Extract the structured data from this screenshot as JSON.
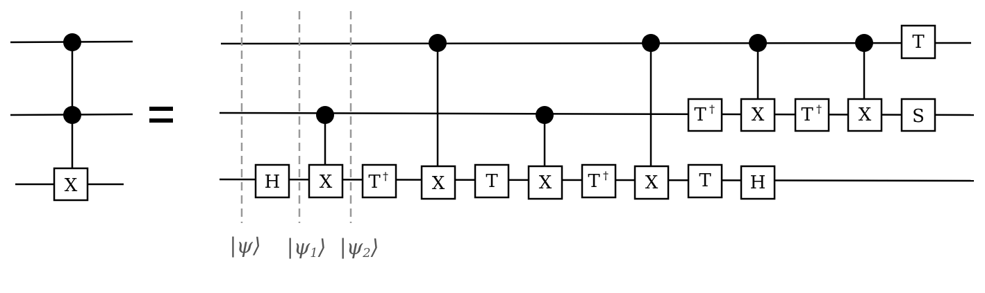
{
  "lhs": {
    "controls": 2,
    "target_label": "X"
  },
  "equals_sign": "=",
  "wires": [
    "wire-1",
    "wire-2",
    "wire-3"
  ],
  "gates": [
    {
      "label": "H",
      "dagger": false,
      "wire": 3
    },
    {
      "label": "X",
      "dagger": false,
      "wire": 3,
      "control_wires": [
        2
      ]
    },
    {
      "label": "T",
      "dagger": true,
      "wire": 3
    },
    {
      "label": "X",
      "dagger": false,
      "wire": 3,
      "control_wires": [
        1
      ]
    },
    {
      "label": "T",
      "dagger": false,
      "wire": 3
    },
    {
      "label": "X",
      "dagger": false,
      "wire": 3,
      "control_wires": [
        2
      ]
    },
    {
      "label": "T",
      "dagger": true,
      "wire": 3
    },
    {
      "label": "X",
      "dagger": false,
      "wire": 3,
      "control_wires": [
        1
      ]
    },
    {
      "label": "T",
      "dagger": false,
      "wire": 3
    },
    {
      "label": "H",
      "dagger": false,
      "wire": 3
    },
    {
      "label": "T",
      "dagger": true,
      "wire": 2
    },
    {
      "label": "X",
      "dagger": false,
      "wire": 2,
      "control_wires": [
        1
      ]
    },
    {
      "label": "T",
      "dagger": true,
      "wire": 2
    },
    {
      "label": "X",
      "dagger": false,
      "wire": 2,
      "control_wires": [
        1
      ]
    },
    {
      "label": "T",
      "dagger": false,
      "wire": 1
    },
    {
      "label": "S",
      "dagger": false,
      "wire": 2
    }
  ],
  "dagger_symbol": "†",
  "state_markers": [
    {
      "psi": "ψ",
      "subscript": ""
    },
    {
      "psi": "ψ",
      "subscript": "1"
    },
    {
      "psi": "ψ",
      "subscript": "2"
    }
  ],
  "colors": {
    "line": "#000000",
    "marker": "#999999",
    "marker_text": "#555555"
  }
}
